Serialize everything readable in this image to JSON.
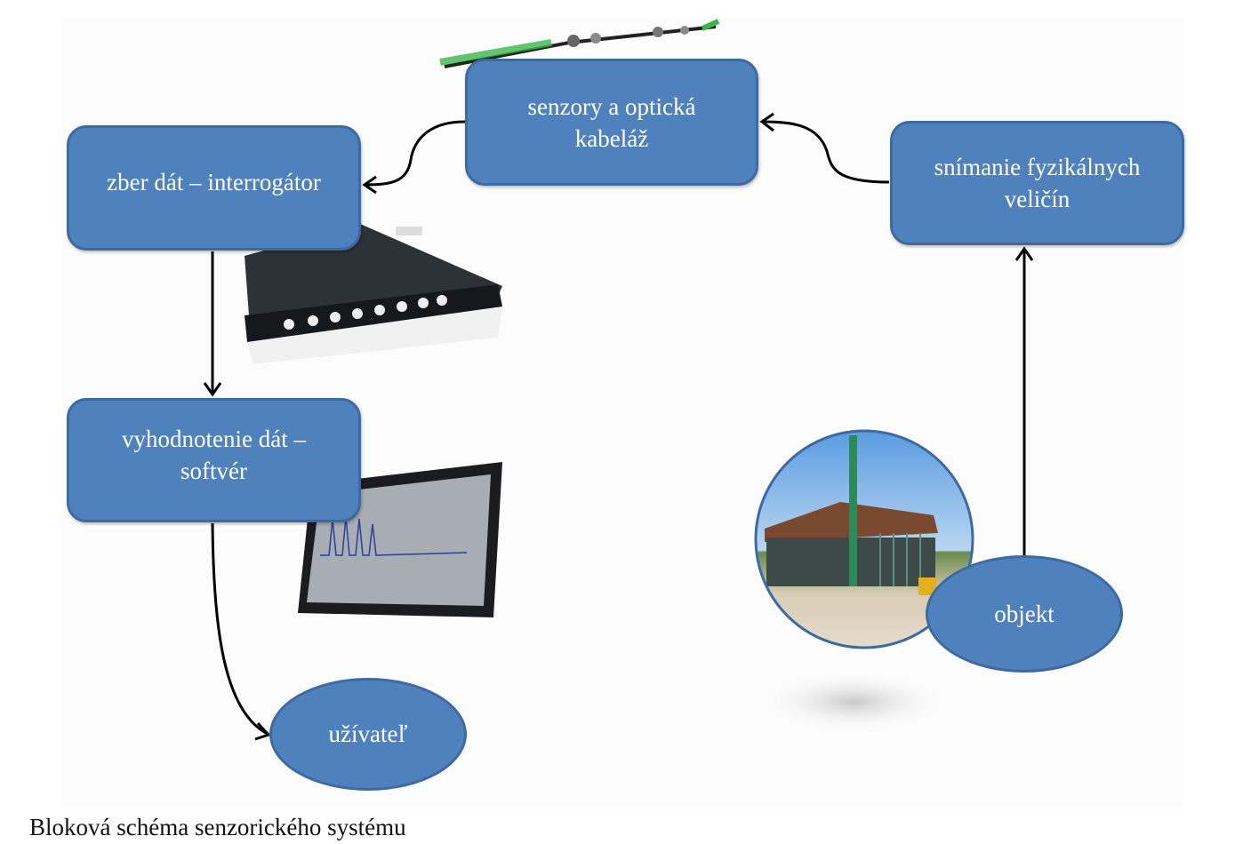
{
  "diagram": {
    "nodes": {
      "sensors": "senzory a optická kabeláž",
      "acquisition": "zber dát – interrogátor",
      "sensing": "snímanie fyzikálnych veličín",
      "evaluation": "vyhodnotenie dát – softvér",
      "user": "užívateľ",
      "object": "objekt"
    },
    "edges": [
      {
        "from": "sensing",
        "to": "sensors"
      },
      {
        "from": "sensors",
        "to": "acquisition"
      },
      {
        "from": "acquisition",
        "to": "evaluation"
      },
      {
        "from": "evaluation",
        "to": "user"
      },
      {
        "from": "object",
        "to": "sensing"
      }
    ],
    "images": [
      "optical-fiber-sensor-cable",
      "interrogator-device",
      "software-monitor",
      "construction-site-photo"
    ],
    "colors": {
      "node_fill": "#4f81bd",
      "node_border": "#3d6aa3",
      "arrow": "#000000"
    }
  },
  "caption": "Bloková schéma senzorického systému"
}
